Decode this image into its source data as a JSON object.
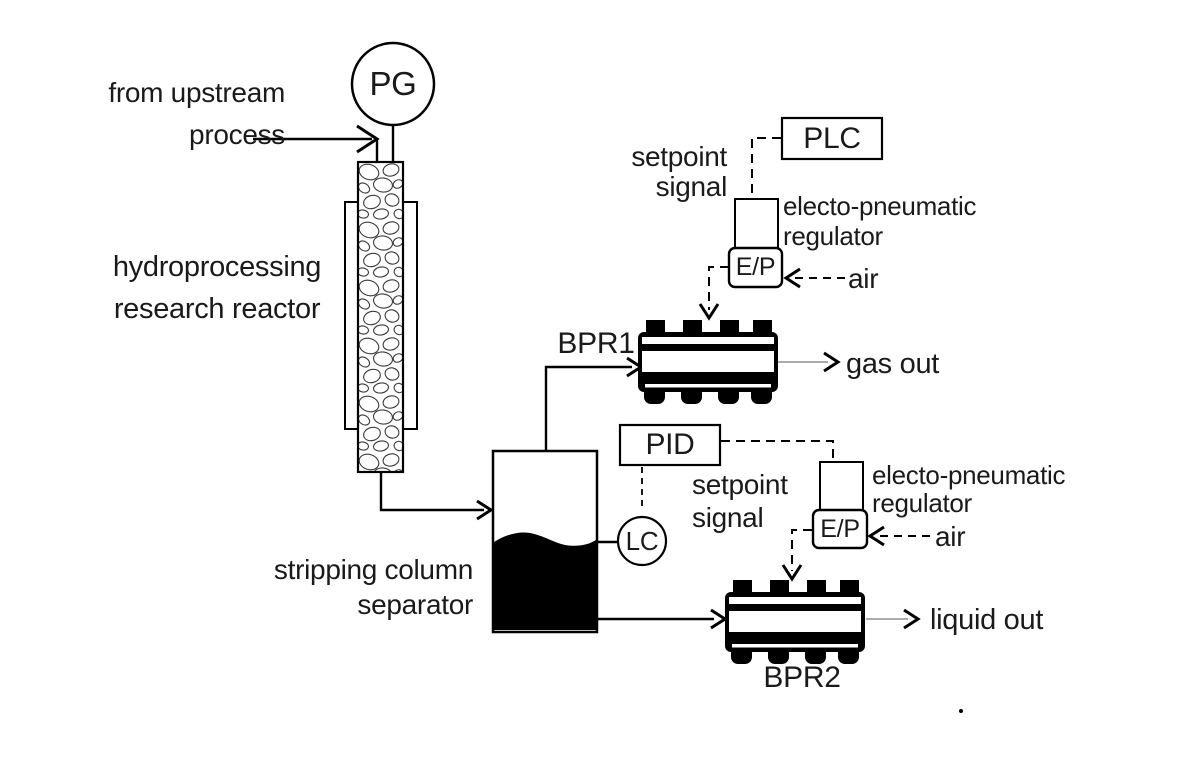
{
  "instruments": {
    "pressure_gauge": "PG",
    "plc": "PLC",
    "pid": "PID",
    "level_controller": "LC",
    "ep1": "E/P",
    "ep2": "E/P"
  },
  "equipment": {
    "reactor_line1": "hydroprocessing",
    "reactor_line2": "research reactor",
    "separator_line1": "stripping column",
    "separator_line2": "separator",
    "bpr1": "BPR1",
    "bpr2": "BPR2"
  },
  "streams": {
    "feed_line1": "from upstream",
    "feed_line2": "process",
    "gas_out": "gas out",
    "liquid_out": "liquid out",
    "air1": "air",
    "air2": "air"
  },
  "signals": {
    "setpoint1_line1": "setpoint",
    "setpoint1_line2": "signal",
    "setpoint2_line1": "setpoint",
    "setpoint2_line2": "signal",
    "epreg1_line1": "electo-pneumatic",
    "epreg1_line2": "regulator",
    "epreg2_line1": "electo-pneumatic",
    "epreg2_line2": "regulator"
  },
  "colors": {
    "ink": "#000000",
    "text": "#1a1a1a",
    "outlet_line_gray": "#8f8f8f",
    "background": "#ffffff"
  }
}
